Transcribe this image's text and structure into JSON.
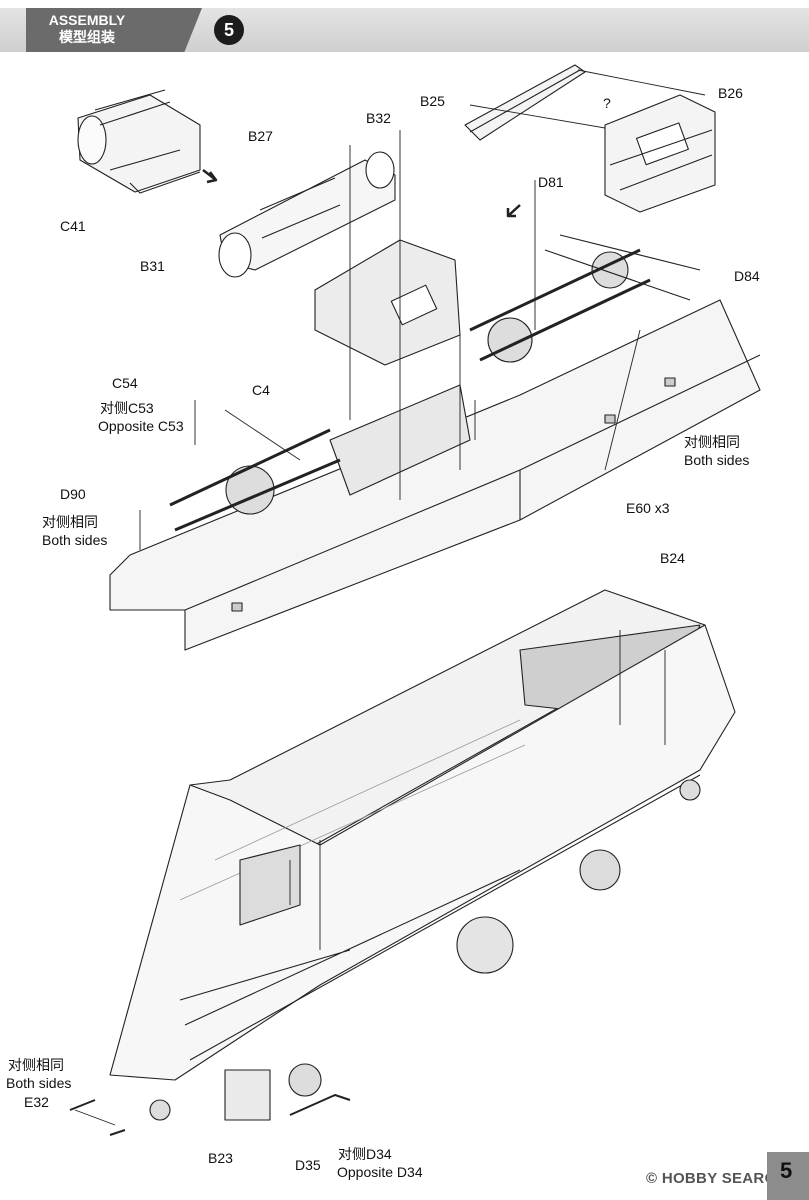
{
  "header": {
    "title_en": "ASSEMBLY",
    "title_cn": "模型组装",
    "step": "5"
  },
  "labels": {
    "b27": "B27",
    "c41": "C41",
    "b32": "B32",
    "b31": "B31",
    "b25": "B25",
    "question": "?",
    "b26": "B26",
    "d81": "D81",
    "d84": "D84",
    "c54": "C54",
    "c53_cn": "对侧C53",
    "c53_en": "Opposite C53",
    "c4": "C4",
    "both1_cn": "对侧相同",
    "both1_en": "Both sides",
    "d90": "D90",
    "both2_cn": "对侧相同",
    "both2_en": "Both sides",
    "e60": "E60 x3",
    "b24": "B24",
    "both3_cn": "对侧相同",
    "both3_en": "Both sides",
    "e32": "E32",
    "b23": "B23",
    "d35": "D35",
    "d34_cn": "对侧D34",
    "d34_en": "Opposite D34"
  },
  "footer": {
    "watermark": "HOBBY SEARCH",
    "page_number": "5"
  }
}
